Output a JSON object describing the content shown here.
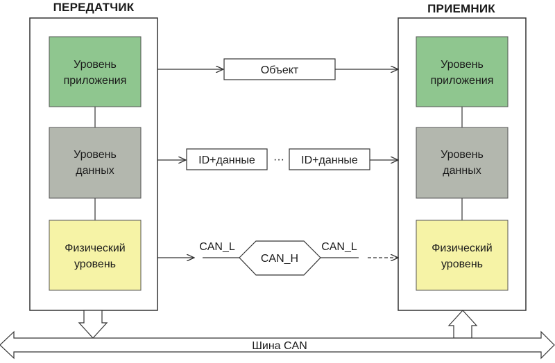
{
  "transmitter": {
    "title": "ПЕРЕДАТЧИК",
    "application": [
      "Уровень",
      "приложения"
    ],
    "data_link": [
      "Уровень",
      "данных"
    ],
    "physical": [
      "Физический",
      "уровень"
    ]
  },
  "receiver": {
    "title": "ПРИЕМНИК",
    "application": [
      "Уровень",
      "приложения"
    ],
    "data_link": [
      "Уровень",
      "данных"
    ],
    "physical": [
      "Физический",
      "уровень"
    ]
  },
  "links": {
    "object": "Объект",
    "id_data_1": "ID+данные",
    "ellipsis": "···",
    "id_data_2": "ID+данные",
    "can_l_left": "CAN_L",
    "can_h": "CAN_H",
    "can_l_right": "CAN_L"
  },
  "bus": {
    "label": "Шина CAN"
  },
  "colors": {
    "application": "#8fc68f",
    "data_link": "#b3b7ae",
    "physical": "#f6f3a6",
    "stroke": "#333333"
  }
}
